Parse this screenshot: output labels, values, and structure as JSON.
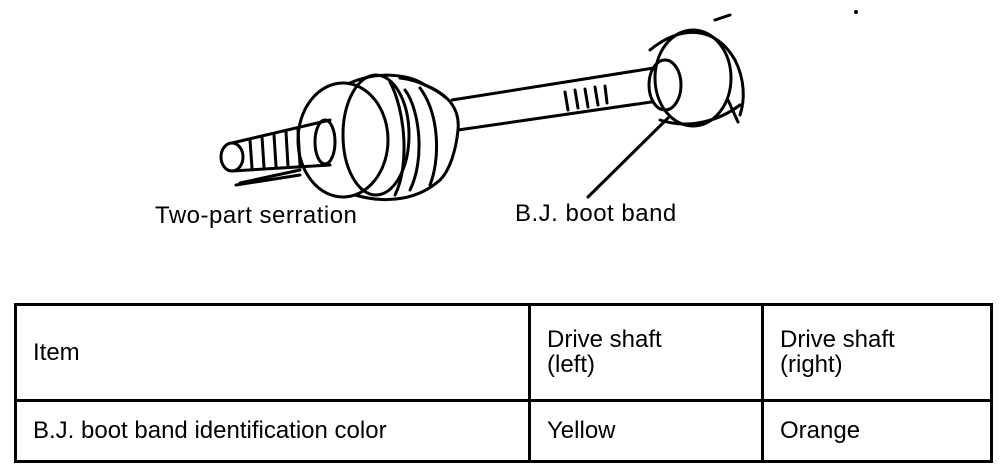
{
  "figure": {
    "labels": {
      "serration": "Two-part serration",
      "boot_band": "B.J. boot band"
    }
  },
  "table": {
    "headers": {
      "item": "Item",
      "left_line1": "Drive shaft",
      "left_line2": "(left)",
      "right_line1": "Drive shaft",
      "right_line2": "(right)"
    },
    "rows": [
      {
        "item": "B.J. boot band identification color",
        "left": "Yellow",
        "right": "Orange"
      }
    ]
  }
}
